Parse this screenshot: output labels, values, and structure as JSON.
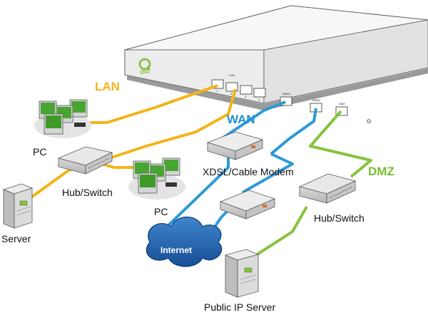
{
  "zones": {
    "lan": "LAN",
    "wan": "WAN",
    "dmz": "DMZ"
  },
  "labels": {
    "pc_top": "PC",
    "pc_bottom": "PC",
    "hub_left": "Hub/Switch",
    "hub_right": "Hub/Switch",
    "server": "Server",
    "modem": "XDSL/Cable Modem",
    "internet": "Internet",
    "public_server": "Public IP Server"
  },
  "router": {
    "logo": "QNO",
    "ports": {
      "lan_group": "LAN",
      "lan_numbers": [
        "1",
        "2",
        "3",
        "4"
      ],
      "wan1": "WAN1",
      "wan2": "WAN2",
      "dmz": "DMZ"
    }
  },
  "colors": {
    "lan_cable": "#f2b418",
    "wan_cable": "#2e9ad6",
    "dmz_cable": "#86c43c",
    "lan_text": "#f2b418",
    "wan_text": "#2290d0",
    "dmz_text": "#7bbd33",
    "cloud": "#1d5ea8"
  }
}
